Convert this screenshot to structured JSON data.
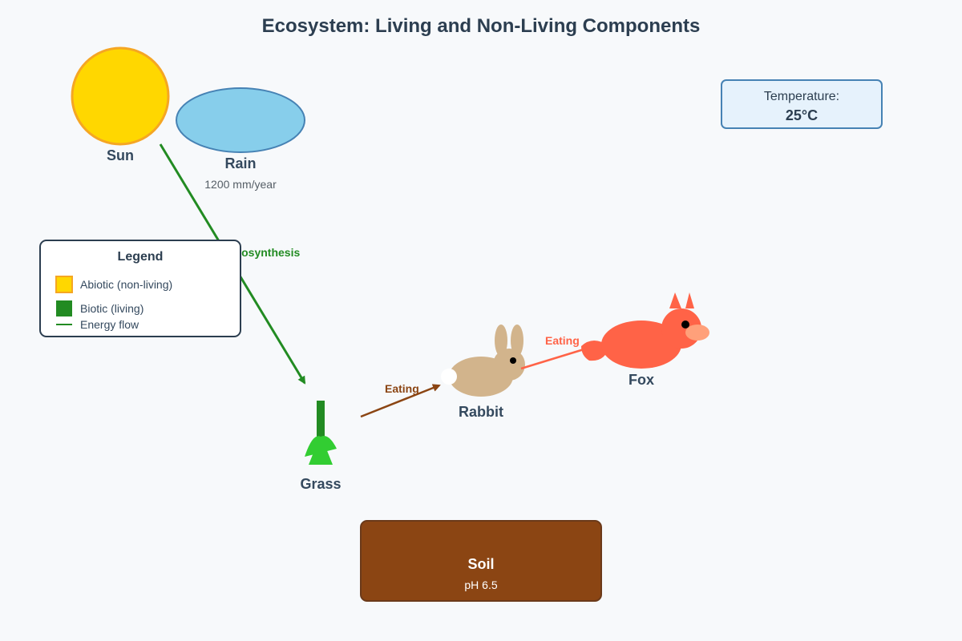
{
  "title": "Ecosystem: Living and Non-Living Components",
  "nodes": {
    "sun": {
      "label": "Sun",
      "color": "#FFD700",
      "stroke": "#F5A623"
    },
    "rain": {
      "label": "Rain",
      "value": "1200 mm/year",
      "color": "#87CEEB",
      "stroke": "#4682B4"
    },
    "temperature": {
      "label": "Temperature:",
      "value": "25°C",
      "fill": "#E6F2FC",
      "stroke": "#4682B4"
    },
    "grass": {
      "label": "Grass",
      "color": "#32CD32",
      "stem_color": "#228B22"
    },
    "rabbit": {
      "label": "Rabbit",
      "color": "#D2B48C",
      "tail_color": "#FFFFFF"
    },
    "fox": {
      "label": "Fox",
      "color": "#FF6347",
      "snout_color": "#FFA07A"
    },
    "soil": {
      "label": "Soil",
      "value": "pH 6.5",
      "color": "#8B4513",
      "stroke": "#6B3A1A"
    }
  },
  "edges": [
    {
      "from": "sun",
      "to": "grass",
      "label": "Photosynthesis",
      "color": "#228B22"
    },
    {
      "from": "grass",
      "to": "rabbit",
      "label": "Eating",
      "color": "#8B4513"
    },
    {
      "from": "rabbit",
      "to": "fox",
      "label": "Eating",
      "color": "#FF6347"
    }
  ],
  "legend": {
    "title": "Legend",
    "items": [
      {
        "label": "Abiotic (non-living)",
        "symbol": "square",
        "color": "#FFD700",
        "stroke": "#F5A623"
      },
      {
        "label": "Biotic (living)",
        "symbol": "square",
        "color": "#228B22",
        "stroke": "#228B22"
      },
      {
        "label": "Energy flow",
        "symbol": "line",
        "color": "#228B22"
      }
    ]
  },
  "colors": {
    "background": "#F7F9FB",
    "text_dark": "#2C3E50",
    "energy": "#228B22"
  }
}
